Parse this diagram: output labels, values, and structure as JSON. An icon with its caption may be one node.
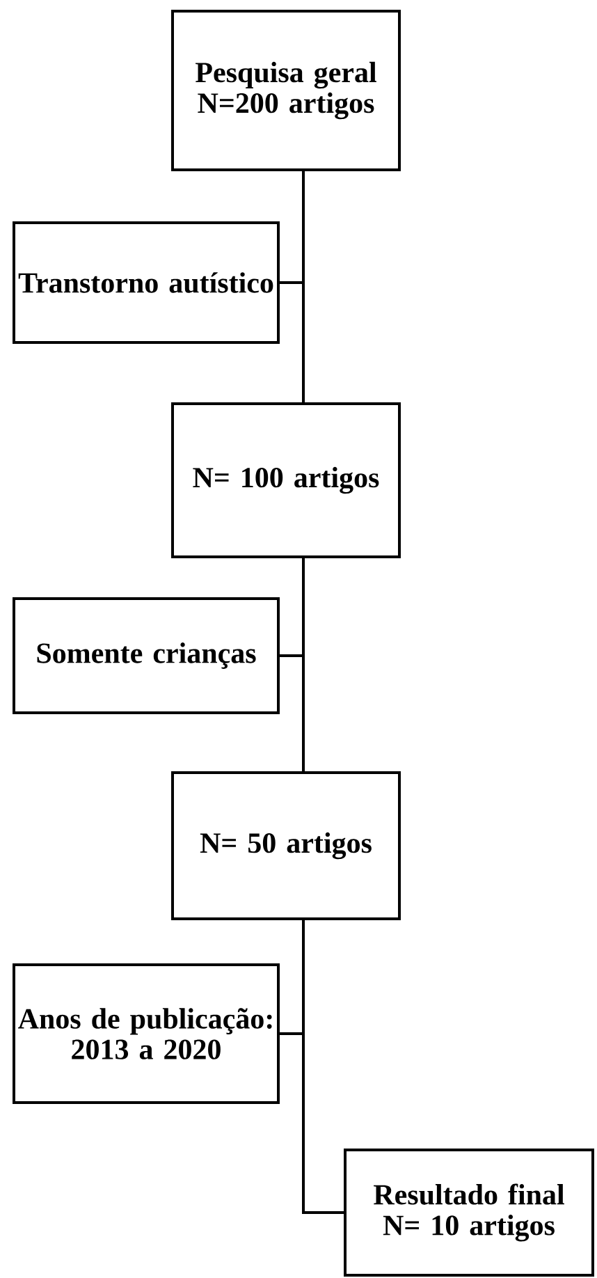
{
  "diagram": {
    "nodes": [
      {
        "text": [
          "Pesquisa geral N=200 artigos"
        ]
      },
      {
        "text": [
          "Transtorno autístico"
        ]
      },
      {
        "text": [
          "N= 100 artigos"
        ]
      },
      {
        "text": [
          "Somente crianças"
        ]
      },
      {
        "text": [
          "N= 50 artigos"
        ]
      },
      {
        "text": [
          "Anos de publicação: 2013 a 2020"
        ]
      },
      {
        "text": [
          "Resultado final N= 10 artigos"
        ]
      }
    ],
    "edges": [
      {
        "from": 0,
        "to": 2,
        "arrow": "none"
      },
      {
        "from": 1,
        "to": 2,
        "arrow": "none"
      },
      {
        "from": 2,
        "to": 4,
        "arrow": "none"
      },
      {
        "from": 3,
        "to": 4,
        "arrow": "none"
      },
      {
        "from": 4,
        "to": 6,
        "arrow": "none"
      },
      {
        "from": 5,
        "to": 6,
        "arrow": "none"
      }
    ]
  }
}
